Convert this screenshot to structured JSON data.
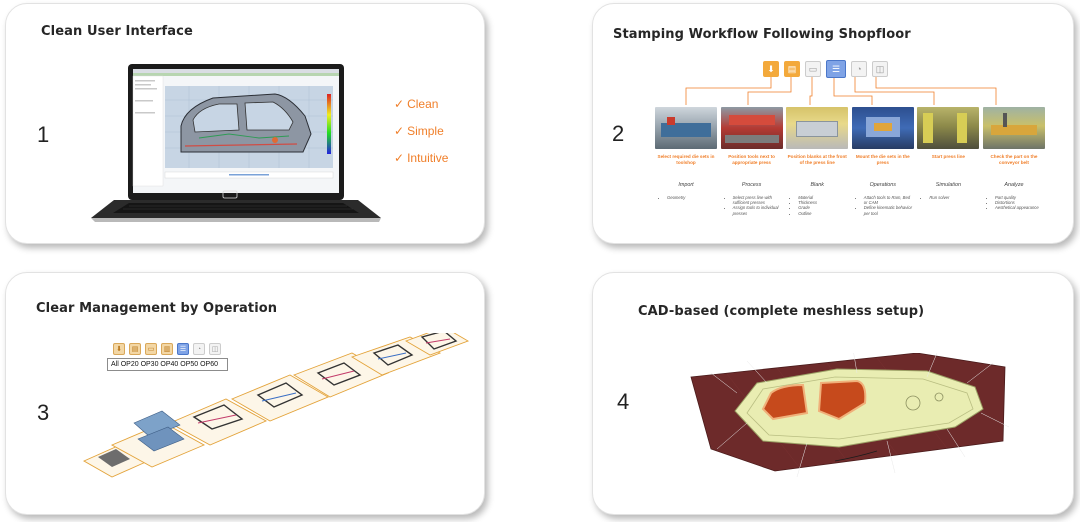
{
  "cards": [
    {
      "title": "Clean User Interface",
      "number": "1",
      "features": [
        {
          "check": "✓",
          "text": "Clean"
        },
        {
          "check": "✓",
          "text": "Simple"
        },
        {
          "check": "✓",
          "text": "Intuitive"
        }
      ]
    },
    {
      "title": "Stamping Workflow Following Shopfloor",
      "number": "2",
      "steps": [
        {
          "caption": "Select required die sets in toolshop",
          "category": "Import",
          "items": [
            "Geometry"
          ]
        },
        {
          "caption": "Position tools next to appropriate press",
          "category": "Process",
          "items": [
            "Select press line with sufficient presses",
            "Assign tools to individual presses"
          ]
        },
        {
          "caption": "Position blanks at the front of the press line",
          "category": "Blank",
          "items": [
            "Material",
            "Thickness",
            "Grade",
            "Outline"
          ]
        },
        {
          "caption": "Mount the die sets in the press",
          "category": "Operations",
          "items": [
            "Attach tools to Ram, Bed or CAM",
            "Define kinematic behavior per tool"
          ]
        },
        {
          "caption": "Start press line",
          "category": "Simulation",
          "items": [
            "Run solver"
          ]
        },
        {
          "caption": "Check the part on the conveyor belt",
          "category": "Analyze",
          "items": [
            "Part quality",
            "Distortions",
            "Aesthetical appearance"
          ]
        }
      ]
    },
    {
      "title": "Clear Management by Operation",
      "number": "3",
      "operations_field": "All OP20 OP30 OP40 OP50 OP60"
    },
    {
      "title": "CAD-based (complete meshless setup)",
      "number": "4"
    }
  ],
  "colors": {
    "accent": "#f07f2a",
    "title": "#262626",
    "selected_icon": "#7fa3e6",
    "tool_orange": "#f3a93b",
    "sheet_maroon": "#6d2a2a",
    "part_yellow": "#e9edb2"
  },
  "icons": {
    "workflow": [
      "import-icon",
      "process-icon",
      "blank-icon",
      "operations-icon",
      "simulation-icon",
      "analyze-icon"
    ],
    "check": "check-icon"
  }
}
